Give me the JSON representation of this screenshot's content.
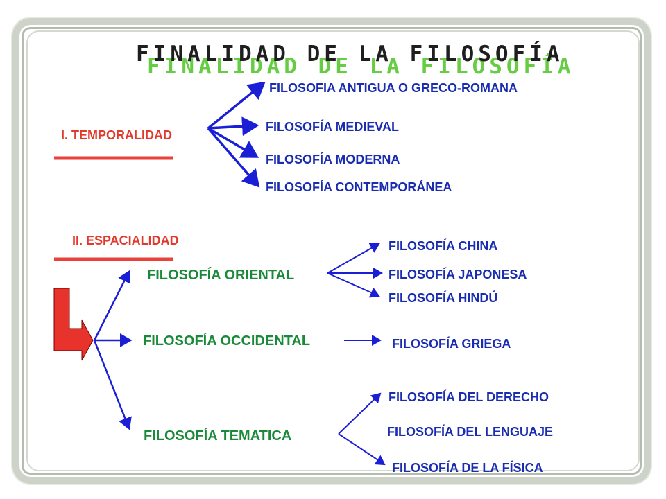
{
  "title": "FINALIDAD DE LA FILOSOFÍA",
  "sections": {
    "temporalidad": {
      "label": "I. TEMPORALIDAD",
      "items": [
        "FILOSOFIA ANTIGUA O GRECO-ROMANA",
        "FILOSOFÍA MEDIEVAL",
        "FILOSOFÍA MODERNA",
        "FILOSOFÍA CONTEMPORÁNEA"
      ]
    },
    "espacialidad": {
      "label": "II. ESPACIALIDAD",
      "oriental": {
        "label": "FILOSOFÍA ORIENTAL",
        "items": [
          "FILOSOFÍA CHINA",
          "FILOSOFÍA JAPONESA",
          "FILOSOFÍA HINDÚ"
        ]
      },
      "occidental": {
        "label": "FILOSOFÍA OCCIDENTAL",
        "items": [
          "FILOSOFÍA GRIEGA"
        ]
      },
      "tematica": {
        "label": "FILOSOFÍA TEMATICA",
        "items": [
          "FILOSOFÍA DEL DERECHO",
          "FILOSOFÍA DEL LENGUAJE",
          "FILOSOFÍA DE LA FÍSICA"
        ]
      }
    }
  },
  "colors": {
    "arrow": "#1a1fd6",
    "section_label": "#e13a2c",
    "branch_label": "#1a8a3a",
    "leaf_label": "#1a2db0",
    "title_shadow": "#66cc44"
  }
}
